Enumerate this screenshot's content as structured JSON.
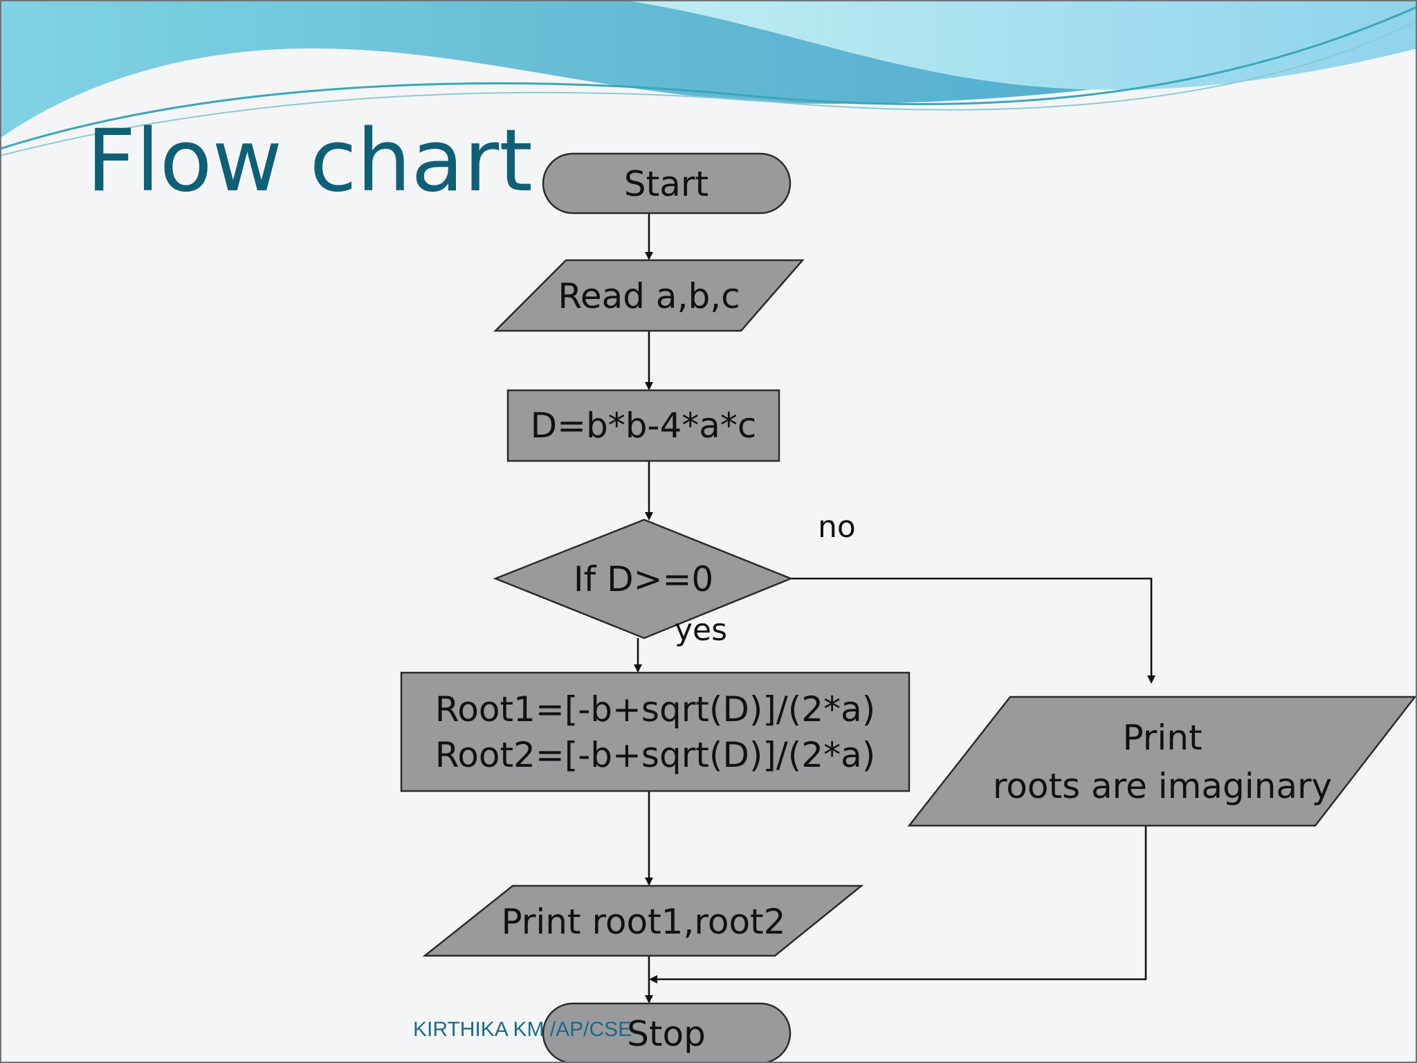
{
  "slide": {
    "title": "Flow chart",
    "footer": "KIRTHIKA KM /AP/CSE"
  },
  "colors": {
    "title": "#0f5f77",
    "shape_fill": "#9a999b",
    "wave_light": "#9fdfe8",
    "wave_dark": "#5cb3cd"
  },
  "flowchart": {
    "nodes": {
      "start": {
        "shape": "terminator",
        "text": "Start"
      },
      "read": {
        "shape": "parallelogram",
        "text": "Read a,b,c"
      },
      "discriminant": {
        "shape": "rectangle",
        "text": "D=b*b-4*a*c"
      },
      "decision": {
        "shape": "diamond",
        "text": "If D>=0"
      },
      "compute": {
        "shape": "rectangle",
        "line1": "Root1=[-b+sqrt(D)]/(2*a)",
        "line2": "Root2=[-b+sqrt(D)]/(2*a)"
      },
      "print_imag": {
        "shape": "parallelogram",
        "line1": "Print",
        "line2": "roots are imaginary"
      },
      "print_roots": {
        "shape": "parallelogram",
        "text": "Print root1,root2"
      },
      "stop": {
        "shape": "terminator",
        "text": "Stop"
      }
    },
    "edges": [
      {
        "from": "start",
        "to": "read",
        "label": ""
      },
      {
        "from": "read",
        "to": "discriminant",
        "label": ""
      },
      {
        "from": "discriminant",
        "to": "decision",
        "label": ""
      },
      {
        "from": "decision",
        "to": "compute",
        "label": "yes"
      },
      {
        "from": "decision",
        "to": "print_imag",
        "label": "no"
      },
      {
        "from": "compute",
        "to": "print_roots",
        "label": ""
      },
      {
        "from": "print_roots",
        "to": "stop",
        "label": ""
      },
      {
        "from": "print_imag",
        "to": "stop",
        "label": ""
      }
    ]
  }
}
